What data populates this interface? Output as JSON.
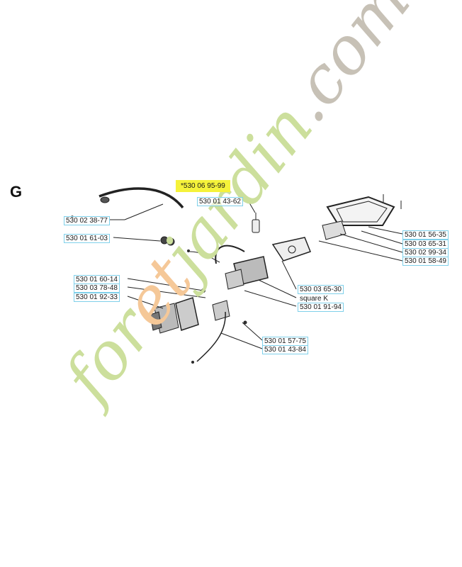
{
  "section_letter": "G",
  "highlight_label": "*530 06 95-99",
  "parts": [
    {
      "id": "p1",
      "label": "530 01 43-62"
    },
    {
      "id": "p2",
      "label": "530 02 38-77"
    },
    {
      "id": "p3",
      "label": "530 01 61-03"
    },
    {
      "id": "p4",
      "label": "530 01 60-14"
    },
    {
      "id": "p5",
      "label": "530 03 78-48"
    },
    {
      "id": "p6",
      "label": "530 01 92-33"
    },
    {
      "id": "p7",
      "label": "530 01 56-35"
    },
    {
      "id": "p8",
      "label": "530 03 65-31"
    },
    {
      "id": "p9",
      "label": "530 02 99-34"
    },
    {
      "id": "p10",
      "label": "530 01 58-49"
    },
    {
      "id": "p11",
      "label": "530 03 65-30"
    },
    {
      "id": "p12",
      "label": "square K"
    },
    {
      "id": "p13",
      "label": "530 01 91-94"
    },
    {
      "id": "p14",
      "label": "530 01 57-75"
    },
    {
      "id": "p15",
      "label": "530 01 43-84"
    }
  ],
  "watermark": {
    "part1": "for",
    "part2": "et",
    "part3": "jardin",
    "part4": ".com",
    "colors": {
      "green": "#ccdf9c",
      "orange": "#f5c898",
      "gray": "#c7c1b6"
    }
  }
}
